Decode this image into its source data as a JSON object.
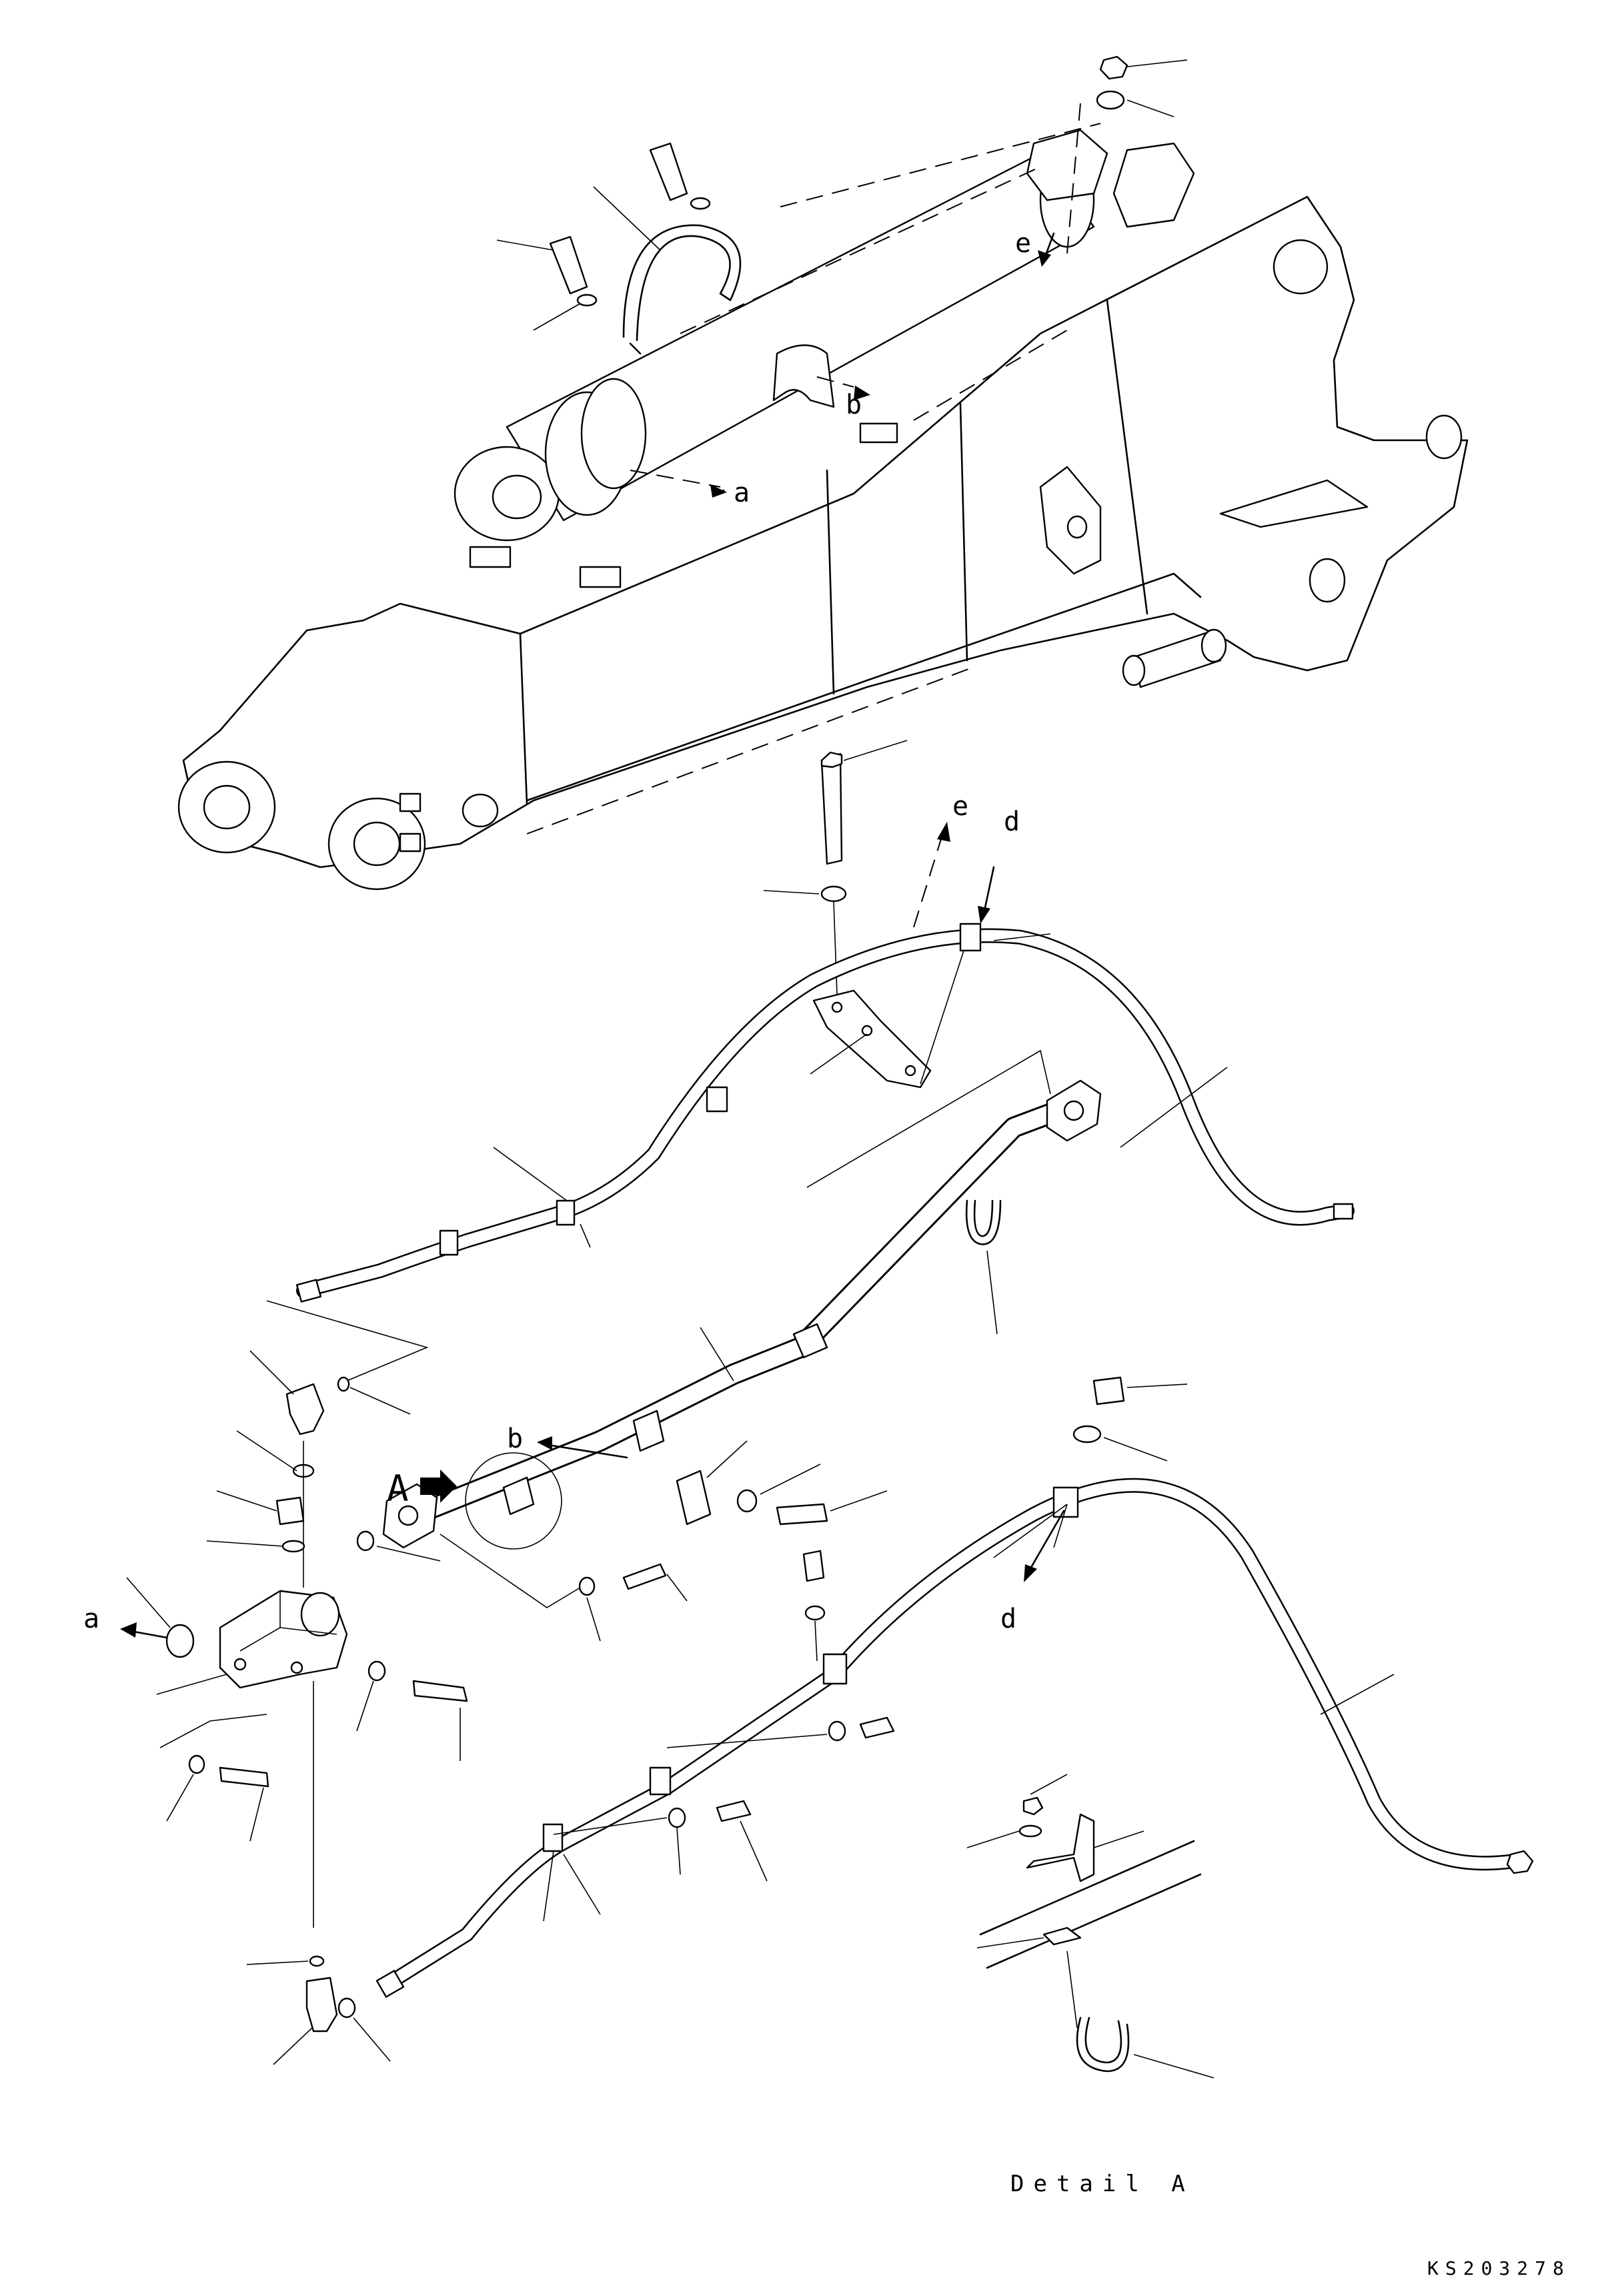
{
  "callouts": {
    "a_boom": "a",
    "b_boom": "b",
    "e_boom": "e",
    "e_hose": "e",
    "d_hose": "d",
    "b_pipe": "b",
    "A_view": "A",
    "a_valve": "a",
    "d_lower": "d"
  },
  "caption": {
    "detail": "Detail A"
  },
  "drawing_code": "KS203278"
}
